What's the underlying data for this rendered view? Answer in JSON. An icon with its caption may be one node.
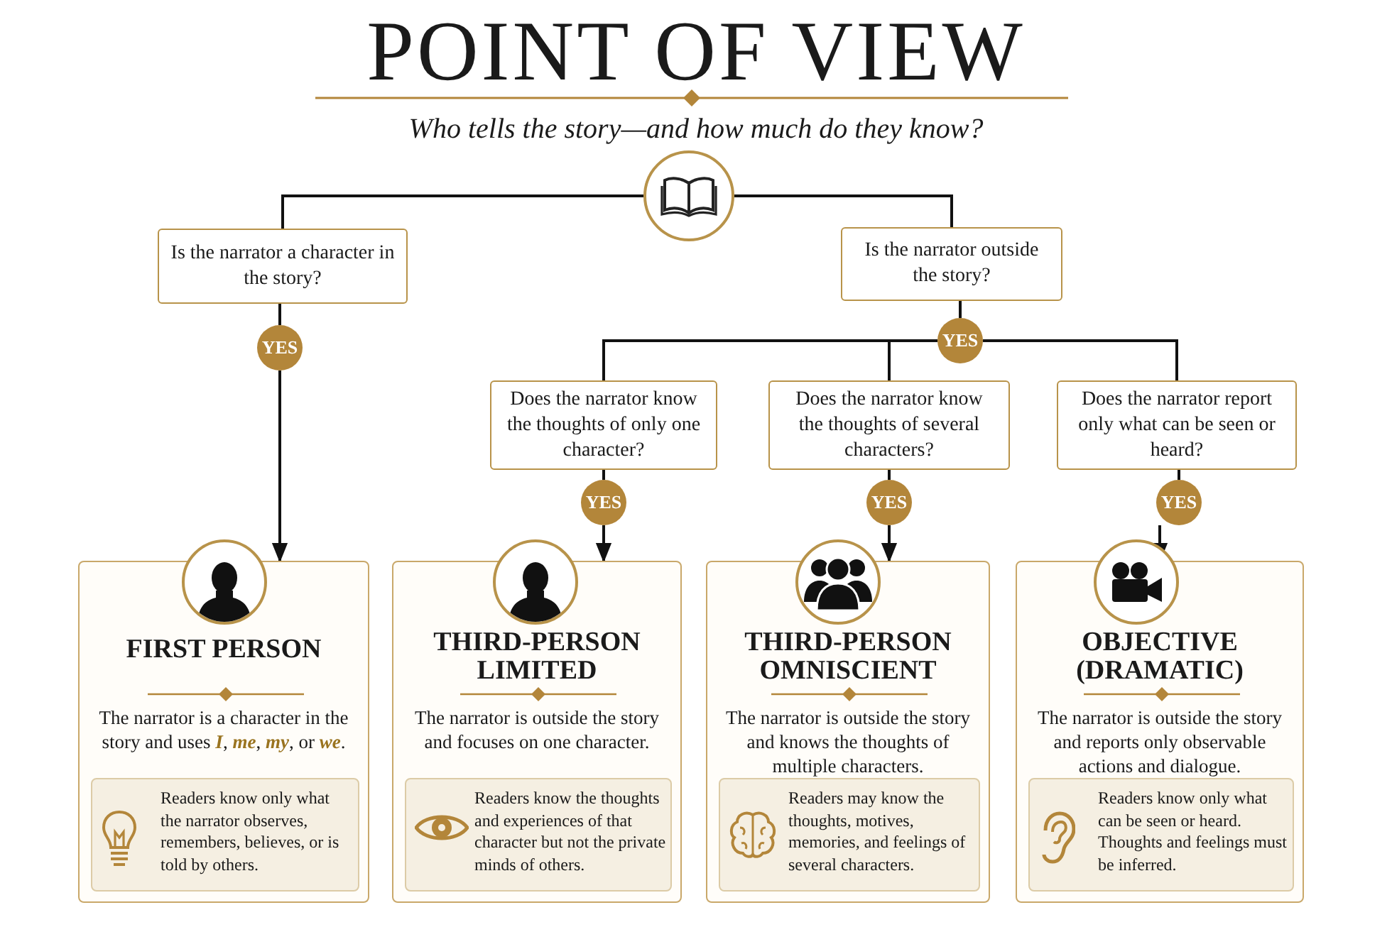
{
  "diagram": {
    "title": "POINT OF VIEW",
    "nodes": [
      {
        "text": [],
        "shape": "picture"
      },
      {
        "text": [
          "Is the narrator a character in the story?"
        ]
      },
      {
        "text": [
          "YES"
        ]
      },
      {
        "text": [
          "Is the narrator outside the story?"
        ]
      },
      {
        "text": [
          "YES"
        ]
      },
      {
        "text": [
          "Does the narrator know the thoughts of only one character?"
        ]
      },
      {
        "text": [
          "YES"
        ]
      },
      {
        "text": [
          "Does the narrator know the thoughts of several characters?"
        ]
      },
      {
        "text": [
          "YES"
        ]
      },
      {
        "text": [
          "Does the narrator report only what can be seen or heard?"
        ]
      },
      {
        "text": [
          "YES"
        ]
      },
      {
        "text": [
          "FIRST PERSON",
          "The narrator is a character in the story and uses *I*, *me*, *my*, or *we*."
        ]
      },
      {
        "text": [
          "Readers know only what the narrator observes, remembers, believes, or is told by others."
        ],
        "in": 11
      },
      {
        "text": [
          "THIRD-PERSON LIMITED",
          "The narrator is outside the story and focuses on one character."
        ]
      },
      {
        "text": [
          "Readers know the thoughts and experiences of that character but not the private minds of others."
        ],
        "in": 13
      },
      {
        "text": [
          "THIRD-PERSON OMNISCIENT",
          "The narrator is outside the story and knows the thoughts of multiple characters."
        ]
      },
      {
        "text": [
          "Readers may know the thoughts, motives, memories, and feelings of several characters."
        ],
        "in": 15
      },
      {
        "text": [
          "OBJECTIVE (DRAMATIC)",
          "The narrator is outside the story and reports only observable actions and dialogue."
        ]
      },
      {
        "text": [
          "Readers know only what can be seen or heard. Thoughts and feelings must be inferred."
        ],
        "in": 17
      }
    ],
    "edges": [
      {
        "from": 0,
        "to": 1,
        "arrow": "none"
      },
      {
        "from": 0,
        "to": 3,
        "arrow": "none"
      },
      {
        "from": 1,
        "to": 2,
        "arrow": "none"
      },
      {
        "from": 2,
        "to": 11,
        "arrow": "to"
      },
      {
        "from": 3,
        "to": 4,
        "arrow": "none"
      },
      {
        "from": 4,
        "to": 5,
        "arrow": "none"
      },
      {
        "from": 4,
        "to": 7,
        "arrow": "none"
      },
      {
        "from": 4,
        "to": 9,
        "arrow": "none"
      },
      {
        "from": 5,
        "to": 6,
        "arrow": "none"
      },
      {
        "from": 6,
        "to": 13,
        "arrow": "to"
      },
      {
        "from": 7,
        "to": 8,
        "arrow": "none"
      },
      {
        "from": 8,
        "to": 15,
        "arrow": "to"
      },
      {
        "from": 9,
        "to": 10,
        "arrow": "none"
      },
      {
        "from": 10,
        "to": 17,
        "arrow": "to"
      }
    ],
    "labels": [
      "Who tells the story—and how much do they know?"
    ]
  }
}
